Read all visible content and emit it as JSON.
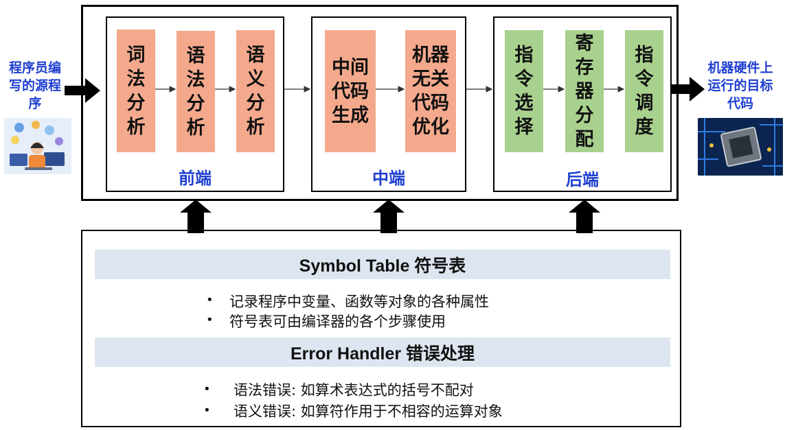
{
  "left_label": "程序员编写的源程序",
  "right_label": "机器硬件上运行的目标代码",
  "stages": {
    "front": {
      "label": "前端",
      "boxes": [
        "词法分析",
        "语法分析",
        "语义分析"
      ]
    },
    "middle": {
      "label": "中端",
      "boxes": [
        "中间代码生成",
        "机器无关代码优化"
      ]
    },
    "back": {
      "label": "后端",
      "boxes": [
        "指令选择",
        "寄存器分配",
        "指令调度"
      ]
    }
  },
  "symbol_table": {
    "title": "Symbol Table 符号表",
    "bullets": [
      "记录程序中变量、函数等对象的各种属性",
      "符号表可由编译器的各个步骤使用"
    ]
  },
  "error_handler": {
    "title": "Error Handler 错误处理",
    "bullets": [
      "语法错误: 如算术表达式的括号不配对",
      "语义错误: 如算符作用于不相容的运算对象"
    ]
  },
  "colors": {
    "frontend_box": "#f4a98c",
    "backend_box": "#a9d18e",
    "label_blue": "#1f3fd0",
    "band": "#dde6f0"
  }
}
